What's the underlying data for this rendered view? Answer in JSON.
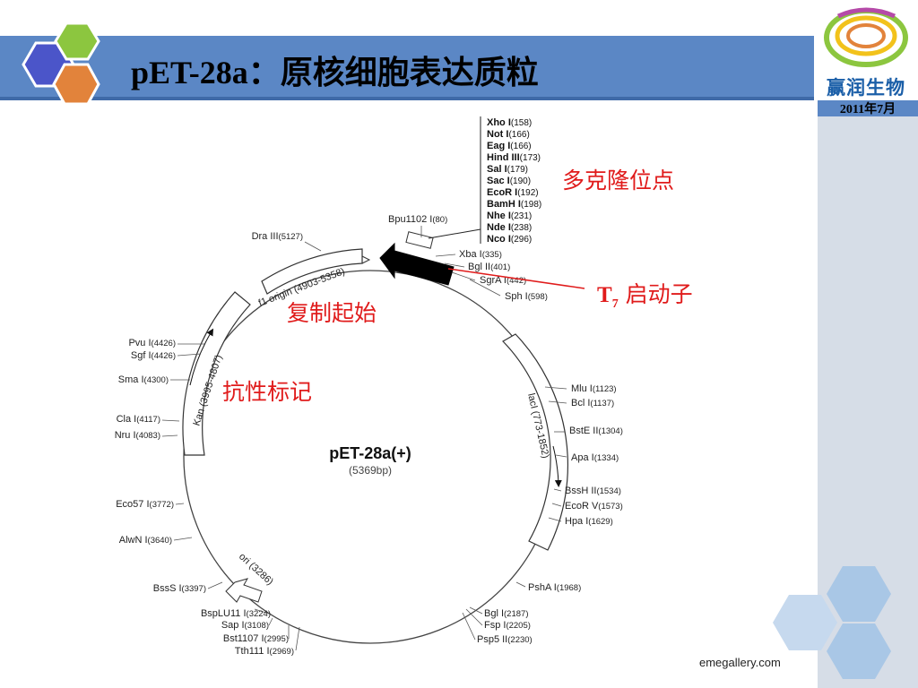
{
  "slide": {
    "title": "pET-28a：原核细胞表达质粒",
    "brand": "赢润生物",
    "date": "2011年7月",
    "footer": "emegallery.com"
  },
  "plasmid": {
    "name": "pET-28a(+)",
    "size": "(5369bp)",
    "features": {
      "f1_origin": "f1 origin (4903-5358)",
      "kan": "Kan (3995-4807)",
      "laci": "lacI (773-1852)",
      "ori": "ori (3286)"
    },
    "mcs_sites": [
      {
        "name": "Xho I",
        "pos": "(158)"
      },
      {
        "name": "Not I",
        "pos": "(166)"
      },
      {
        "name": "Eag I",
        "pos": "(166)"
      },
      {
        "name": "Hind III",
        "pos": "(173)"
      },
      {
        "name": "Sal I",
        "pos": "(179)"
      },
      {
        "name": "Sac I",
        "pos": "(190)"
      },
      {
        "name": "EcoR I",
        "pos": "(192)"
      },
      {
        "name": "BamH I",
        "pos": "(198)"
      },
      {
        "name": "Nhe I",
        "pos": "(231)"
      },
      {
        "name": "Nde I",
        "pos": "(238)"
      },
      {
        "name": "Nco I",
        "pos": "(296)"
      }
    ],
    "sites": [
      {
        "name": "Bpu1102 I",
        "pos": "(80)"
      },
      {
        "name": "Xba I",
        "pos": "(335)"
      },
      {
        "name": "Bgl II",
        "pos": "(401)"
      },
      {
        "name": "SgrA I",
        "pos": "(442)"
      },
      {
        "name": "Sph I",
        "pos": "(598)"
      },
      {
        "name": "Mlu I",
        "pos": "(1123)"
      },
      {
        "name": "Bcl I",
        "pos": "(1137)"
      },
      {
        "name": "BstE II",
        "pos": "(1304)"
      },
      {
        "name": "Apa I",
        "pos": "(1334)"
      },
      {
        "name": "BssH II",
        "pos": "(1534)"
      },
      {
        "name": "EcoR V",
        "pos": "(1573)"
      },
      {
        "name": "Hpa I",
        "pos": "(1629)"
      },
      {
        "name": "PshA I",
        "pos": "(1968)"
      },
      {
        "name": "Bgl I",
        "pos": "(2187)"
      },
      {
        "name": "Fsp I",
        "pos": "(2205)"
      },
      {
        "name": "Psp5 II",
        "pos": "(2230)"
      },
      {
        "name": "Tth111 I",
        "pos": "(2969)"
      },
      {
        "name": "Bst1107 I",
        "pos": "(2995)"
      },
      {
        "name": "Sap I",
        "pos": "(3108)"
      },
      {
        "name": "BspLU11 I",
        "pos": "(3224)"
      },
      {
        "name": "BssS I",
        "pos": "(3397)"
      },
      {
        "name": "AlwN I",
        "pos": "(3640)"
      },
      {
        "name": "Eco57 I",
        "pos": "(3772)"
      },
      {
        "name": "Nru I",
        "pos": "(4083)"
      },
      {
        "name": "Cla I",
        "pos": "(4117)"
      },
      {
        "name": "Sma I",
        "pos": "(4300)"
      },
      {
        "name": "Sgf I",
        "pos": "(4426)"
      },
      {
        "name": "Pvu I",
        "pos": "(4426)"
      },
      {
        "name": "Dra III",
        "pos": "(5127)"
      }
    ]
  },
  "annotations": {
    "mcs": "多克隆位点",
    "t7_main": "T",
    "t7_sub": "7",
    "t7_rest": " 启动子",
    "replication": "复制起始",
    "resistance": "抗性标记"
  },
  "colors": {
    "title_bar": "#5b87c5",
    "annotation": "#e01b1b",
    "hex_blue": "#4b55c9",
    "hex_green": "#8cc63f",
    "hex_orange": "#e2833b",
    "hex_light": "#a9c7e6"
  }
}
